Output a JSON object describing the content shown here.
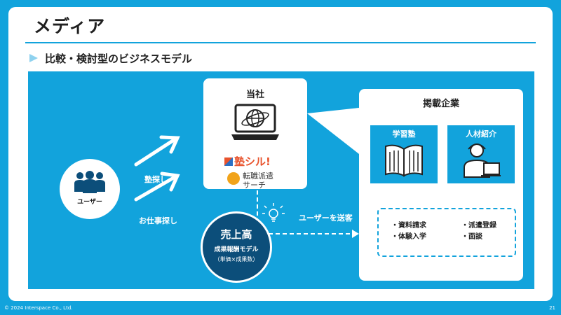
{
  "header": {
    "title": "メディア",
    "subtitle": "比較・検討型のビジネスモデル"
  },
  "diagram": {
    "users_label": "ユーザー",
    "flow_label_top": "塾探し",
    "flow_label_bottom": "お仕事探し",
    "company": {
      "title": "当社",
      "logo_primary": "塾シル!",
      "logo_secondary_line1": "転職派遣",
      "logo_secondary_line2": "サーチ"
    },
    "listing": {
      "title": "掲載企業",
      "box1_label": "学習塾",
      "box2_label": "人材紹介",
      "bullets": [
        "・資料請求",
        "・体験入学",
        "・派遣登録",
        "・面談"
      ]
    },
    "send_label": "ユーザーを送客",
    "sales": {
      "main": "売上高",
      "sub": "成果報酬モデル",
      "note": "（単価×成果数）"
    }
  },
  "footer": {
    "copyright": "© 2024 Interspace Co., Ltd.",
    "page": "21"
  },
  "colors": {
    "accent": "#12a3dc",
    "dark": "#0c4e7a",
    "logo_orange": "#e8532d",
    "logo_yellow": "#f1a31a"
  }
}
